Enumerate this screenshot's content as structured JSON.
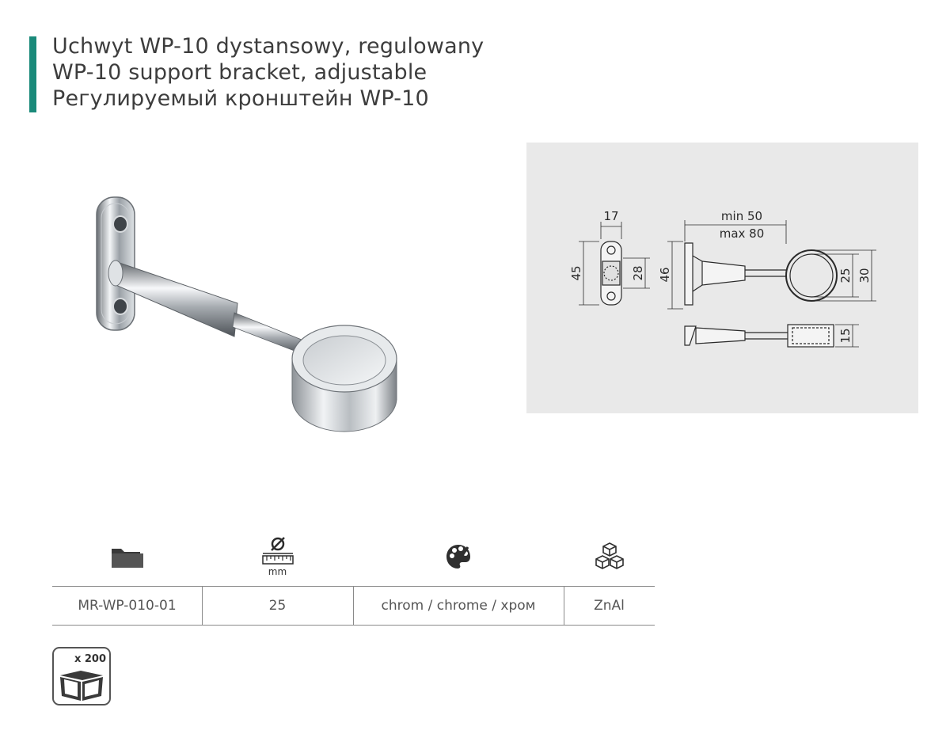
{
  "header": {
    "title_pl": "Uchwyt WP-10 dystansowy, regulowany",
    "title_en": "WP-10 support bracket, adjustable",
    "title_ru": "Регулируемый кронштейн WP-10"
  },
  "colors": {
    "accent": "#1a8a7a",
    "drawing_bg": "#e9e9e9",
    "text": "#3d3d3d"
  },
  "drawing": {
    "dim_17": "17",
    "dim_45": "45",
    "dim_28": "28",
    "dim_46": "46",
    "dim_min": "min 50",
    "dim_max": "max 80",
    "dim_25": "25",
    "dim_30": "30",
    "dim_15": "15"
  },
  "specs": {
    "icons": [
      "folder-icon",
      "diameter-ruler-icon",
      "palette-icon",
      "cubes-icon"
    ],
    "diameter_unit": "mm",
    "code": "MR-WP-010-01",
    "diameter": "25",
    "finish": "chrom / chrome / хром",
    "material": "ZnAl"
  },
  "packaging": {
    "quantity_label": "x 200",
    "icon": "box-icon"
  }
}
